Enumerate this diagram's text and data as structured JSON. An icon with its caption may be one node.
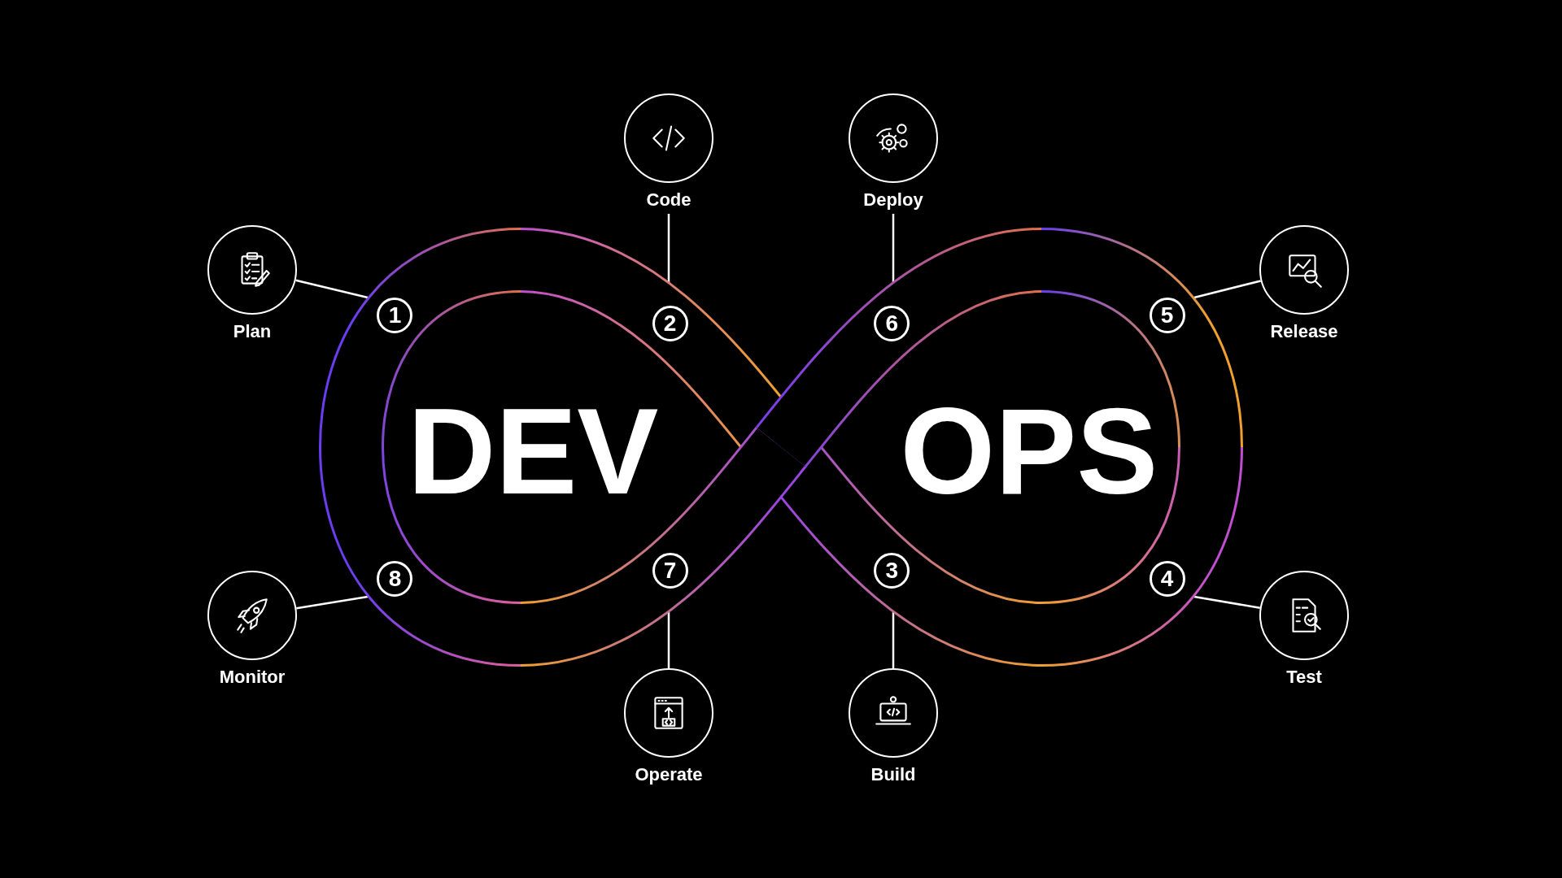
{
  "diagram": {
    "nodes": [
      {
        "text": [
          "Plan"
        ]
      },
      {
        "text": [
          "Code"
        ]
      },
      {
        "text": [
          "Build"
        ]
      },
      {
        "text": [
          "Test"
        ]
      },
      {
        "text": [
          "Release"
        ]
      },
      {
        "text": [
          "Deploy"
        ]
      },
      {
        "text": [
          "Operate"
        ]
      },
      {
        "text": [
          "Monitor"
        ]
      },
      {
        "text": [
          "1"
        ]
      },
      {
        "text": [
          "2"
        ]
      },
      {
        "text": [
          "3"
        ]
      },
      {
        "text": [
          "4"
        ]
      },
      {
        "text": [
          "5"
        ]
      },
      {
        "text": [
          "6"
        ]
      },
      {
        "text": [
          "7"
        ]
      },
      {
        "text": [
          "8"
        ]
      }
    ],
    "edges": [
      {
        "from": 0,
        "to": 8,
        "arrow": "none"
      },
      {
        "from": 1,
        "to": 9,
        "arrow": "none"
      },
      {
        "from": 2,
        "to": 10,
        "arrow": "none"
      },
      {
        "from": 3,
        "to": 11,
        "arrow": "none"
      },
      {
        "from": 4,
        "to": 12,
        "arrow": "none"
      },
      {
        "from": 5,
        "to": 13,
        "arrow": "none"
      },
      {
        "from": 6,
        "to": 14,
        "arrow": "none"
      },
      {
        "from": 7,
        "to": 15,
        "arrow": "none"
      }
    ],
    "labels": [
      "DEV",
      "OPS"
    ]
  }
}
